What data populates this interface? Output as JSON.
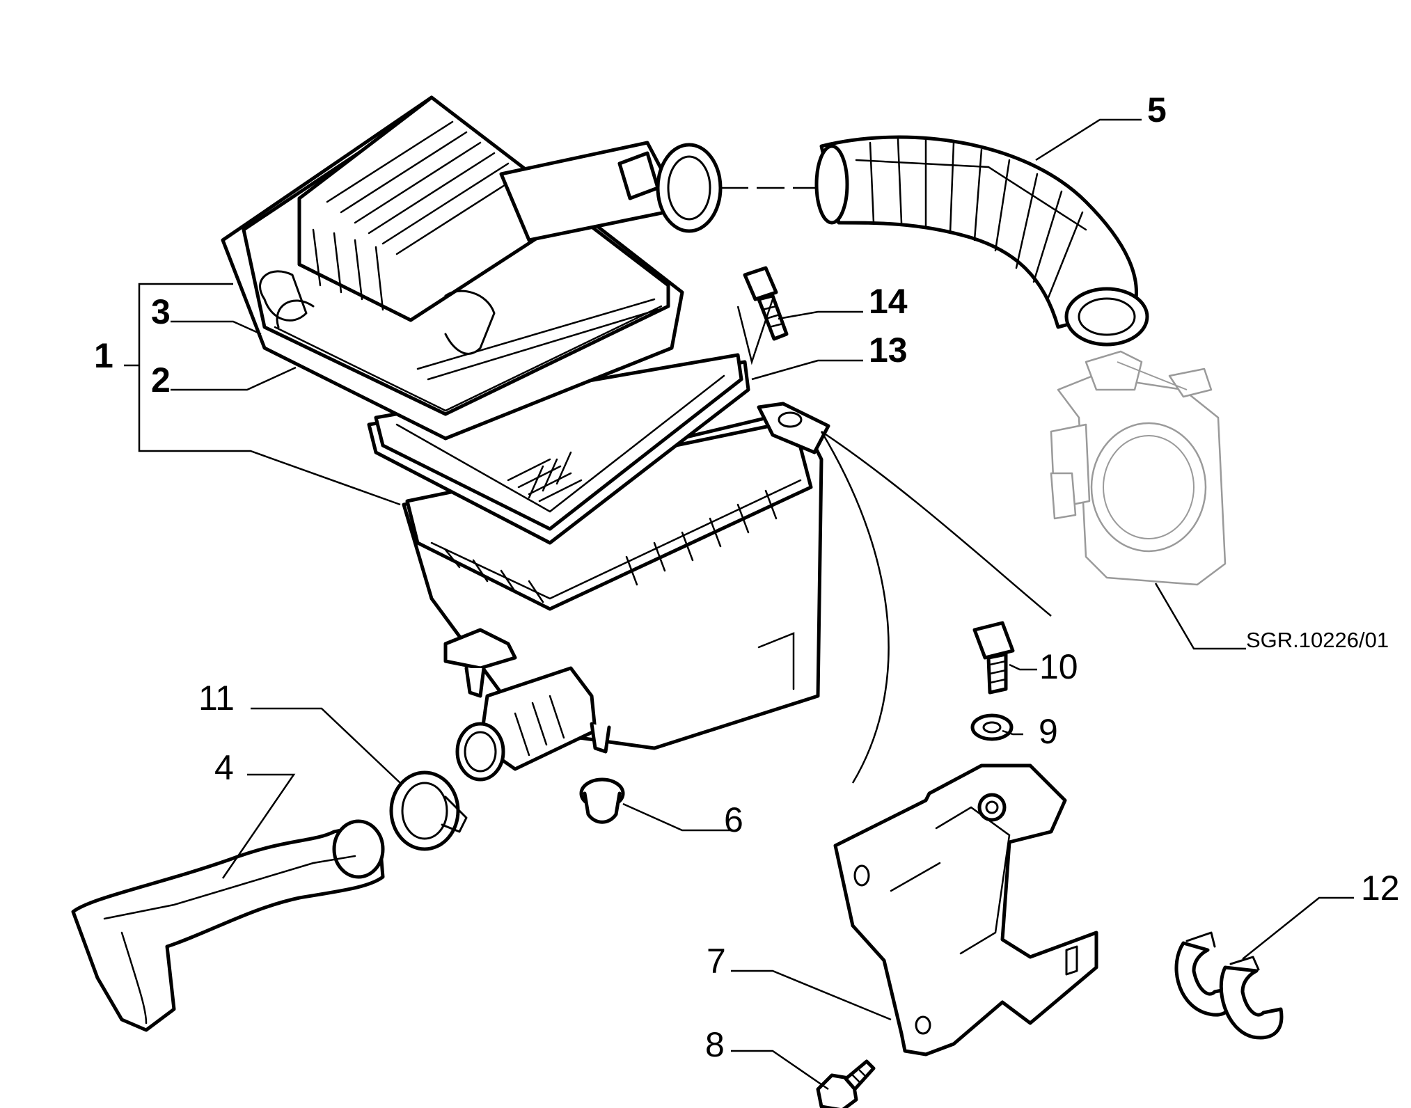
{
  "callouts": {
    "c1": "1",
    "c2": "2",
    "c3": "3",
    "c4": "4",
    "c5": "5",
    "c6": "6",
    "c7": "7",
    "c8": "8",
    "c9": "9",
    "c10": "10",
    "c11": "11",
    "c12": "12",
    "c13": "13",
    "c14": "14"
  },
  "reference_code": "SGR.10226/01",
  "colors": {
    "line": "#000000",
    "ghost_outline": "#9a9a9a",
    "background": "#ffffff"
  }
}
